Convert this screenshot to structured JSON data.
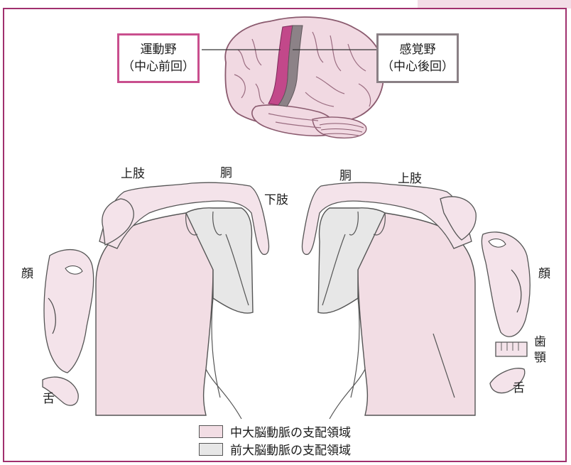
{
  "colors": {
    "frame": "#a0306e",
    "motor_box": "#c94f8e",
    "sensory_box": "#8a8085",
    "motor_strip": "#c2488a",
    "sensory_strip": "#8c8287",
    "mca_territory": "#f2dde4",
    "aca_territory": "#e7e7e7",
    "homunculus_skin": "#f4e3ea",
    "brain": "#f1d9e2",
    "tab": "#f3dde7"
  },
  "brain_labels": {
    "motor_line1": "運動野",
    "motor_line2": "（中心前回）",
    "sensory_line1": "感覚野",
    "sensory_line2": "（中心後回）"
  },
  "left_labels": {
    "upper_limb": "上肢",
    "trunk": "胴",
    "lower_limb": "下肢",
    "face": "顔",
    "tongue": "舌"
  },
  "right_labels": {
    "trunk": "胴",
    "upper_limb": "上肢",
    "face": "顔",
    "teeth": "歯",
    "jaw": "顎",
    "tongue": "舌"
  },
  "legend": [
    {
      "label": "中大脳動脈の支配領域",
      "color": "#f2dde4"
    },
    {
      "label": "前大脳動脈の支配領域",
      "color": "#e7e7e7"
    }
  ]
}
